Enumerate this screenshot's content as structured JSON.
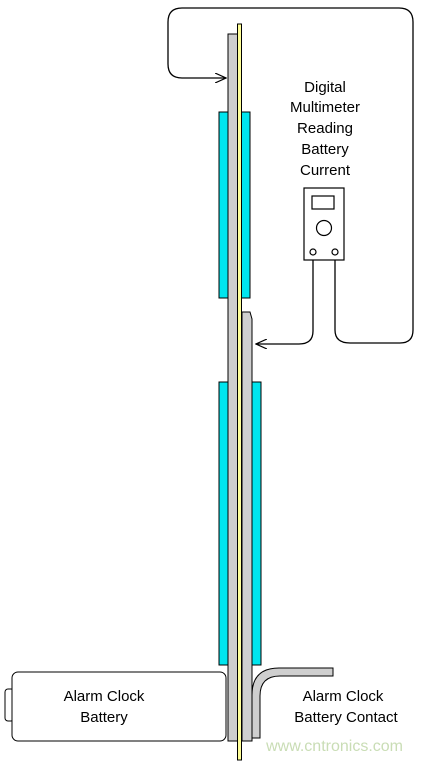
{
  "meter_label": [
    "Digital",
    "Multimeter",
    "Reading",
    "Battery",
    "Current"
  ],
  "battery_label": [
    "Alarm Clock",
    "Battery"
  ],
  "contact_label": [
    "Alarm Clock",
    "Battery Contact"
  ],
  "watermark": "www.cntronics.com",
  "colors": {
    "plate": "#cfcfcf",
    "film": "#ffff99",
    "cyan": "#00e5ee",
    "stroke": "#000000",
    "background": "#ffffff"
  }
}
